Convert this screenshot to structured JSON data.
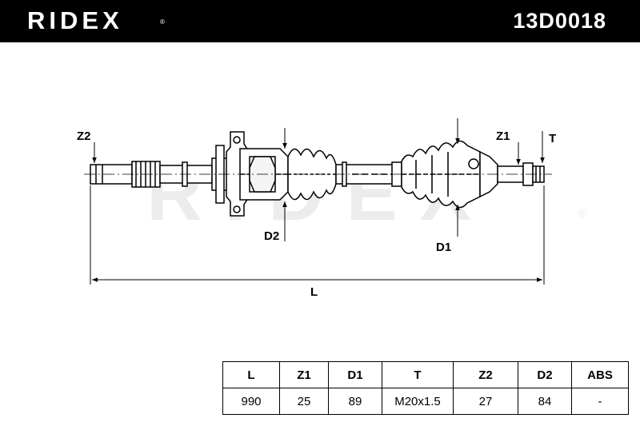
{
  "header": {
    "brand": "RIDEX",
    "part_number": "13D0018",
    "colors": {
      "background": "#000000",
      "text": "#ffffff"
    }
  },
  "diagram": {
    "labels": {
      "z2": "Z2",
      "z1": "Z1",
      "t": "T",
      "d2": "D2",
      "d1": "D1",
      "l": "L"
    },
    "watermark": "RIDEX",
    "line_color": "#000000",
    "watermark_color": "#ececec"
  },
  "spec_table": {
    "headers": [
      "L",
      "Z1",
      "D1",
      "T",
      "Z2",
      "D2",
      "ABS"
    ],
    "values": [
      "990",
      "25",
      "89",
      "M20x1.5",
      "27",
      "84",
      "-"
    ]
  }
}
